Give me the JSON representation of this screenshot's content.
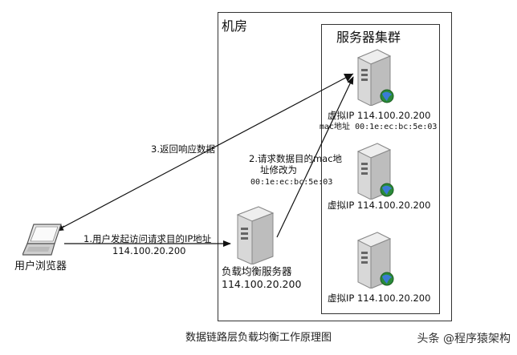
{
  "room": {
    "title": "机房"
  },
  "cluster": {
    "title": "服务器集群"
  },
  "servers": [
    {
      "line1": "虚拟IP 114.100.20.200",
      "line2": "mac地址 00:1e:ec:bc:5e:03"
    },
    {
      "line1": "虚拟IP 114.100.20.200"
    },
    {
      "line1": "虚拟IP 114.100.20.200"
    }
  ],
  "load_balancer": {
    "line1": "负载均衡服务器",
    "line2": "114.100.20.200"
  },
  "client": {
    "label": "用户浏览器"
  },
  "arrows": {
    "step1": {
      "line1": "1.用户发起访问请求目的IP地址",
      "line2": "114.100.20.200"
    },
    "step2": {
      "line1": "2.请求数据目的mac地",
      "line2": "址修改为",
      "line3": "00:1e:ec:bc:5e:03"
    },
    "step3": {
      "line1": "3.返回响应数据"
    }
  },
  "caption": "数据链路层负载均衡工作原理图",
  "watermark": "头条 @程序猿架构"
}
